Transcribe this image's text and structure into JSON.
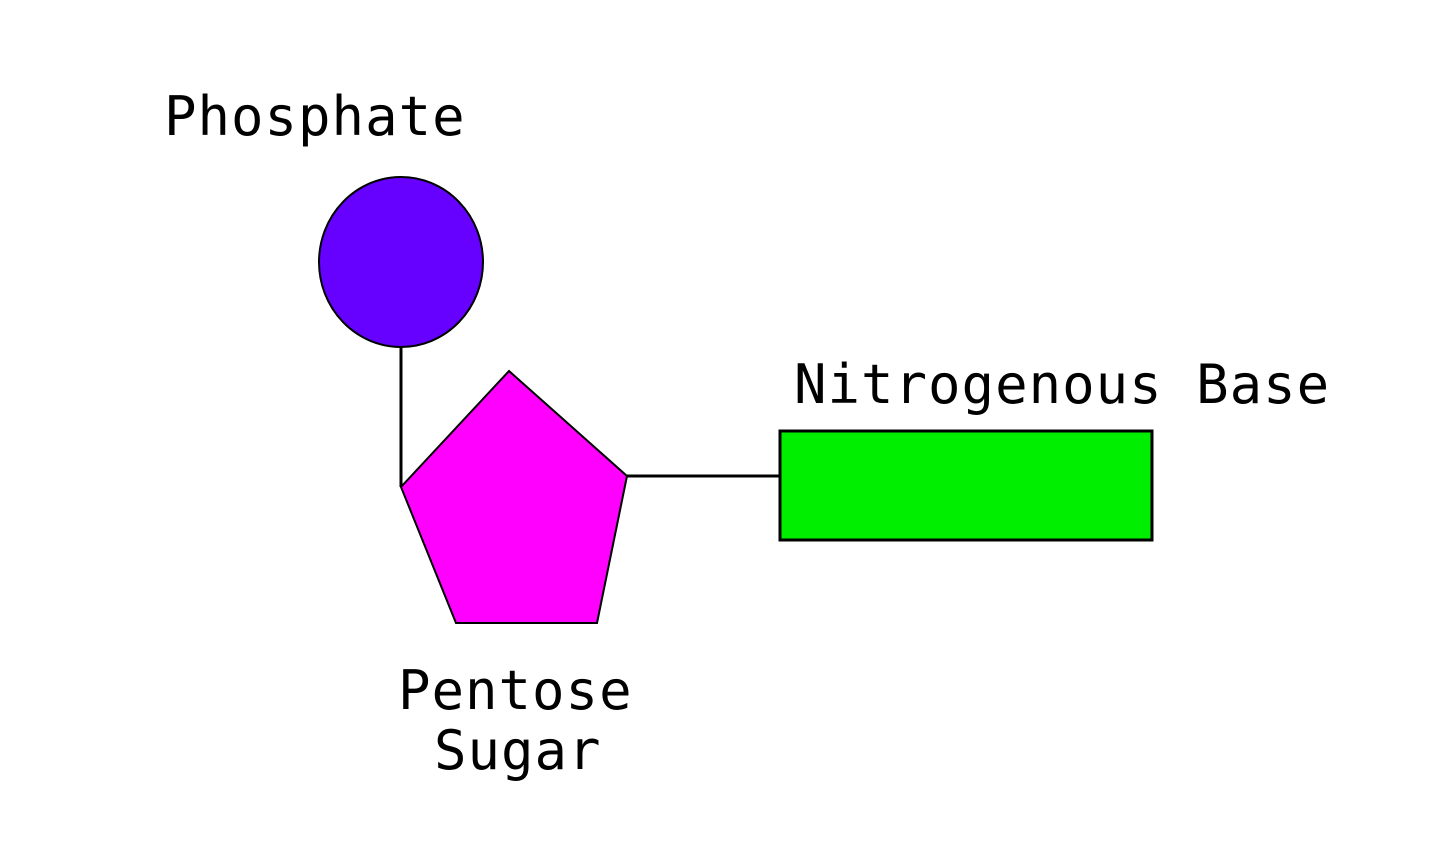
{
  "labels": {
    "phosphate": "Phosphate",
    "nitrogenous_base": "Nitrogenous Base",
    "pentose_line1": "Pentose",
    "pentose_line2": "Sugar"
  },
  "colors": {
    "phosphate": "#6600FF",
    "sugar": "#FF00FF",
    "base": "#00EE00",
    "stroke": "#000000",
    "background": "#FFFFFF"
  }
}
